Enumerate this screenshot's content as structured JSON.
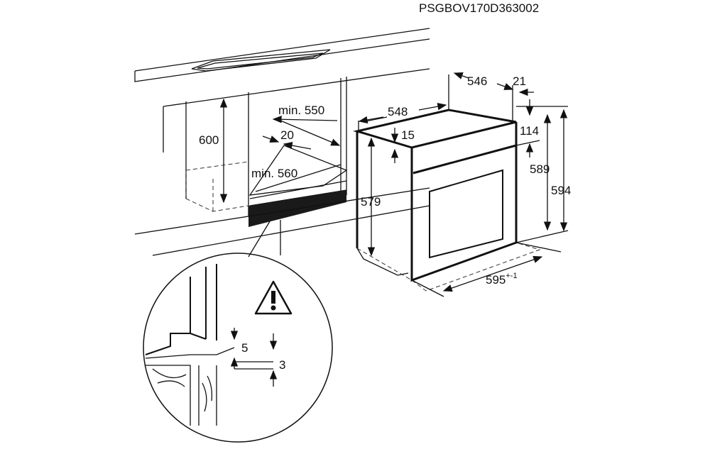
{
  "product_code": "PSGBOV170D363002",
  "cabinet": {
    "height": "600",
    "min_depth": "min. 550",
    "min_width": "min. 560",
    "gap": "20"
  },
  "oven": {
    "depth_total": "548",
    "depth_body": "546",
    "panel_thickness": "21",
    "top_offset": "15",
    "panel_height": "114",
    "body_height": "579",
    "inner_height": "589",
    "total_height": "594",
    "width": "595",
    "width_tolerance": "+-1"
  },
  "detail": {
    "gap_top": "5",
    "gap_bottom": "3",
    "warning_icon": "warning-triangle-icon"
  },
  "colors": {
    "line": "#111111",
    "vent": "#1a1a1a"
  }
}
